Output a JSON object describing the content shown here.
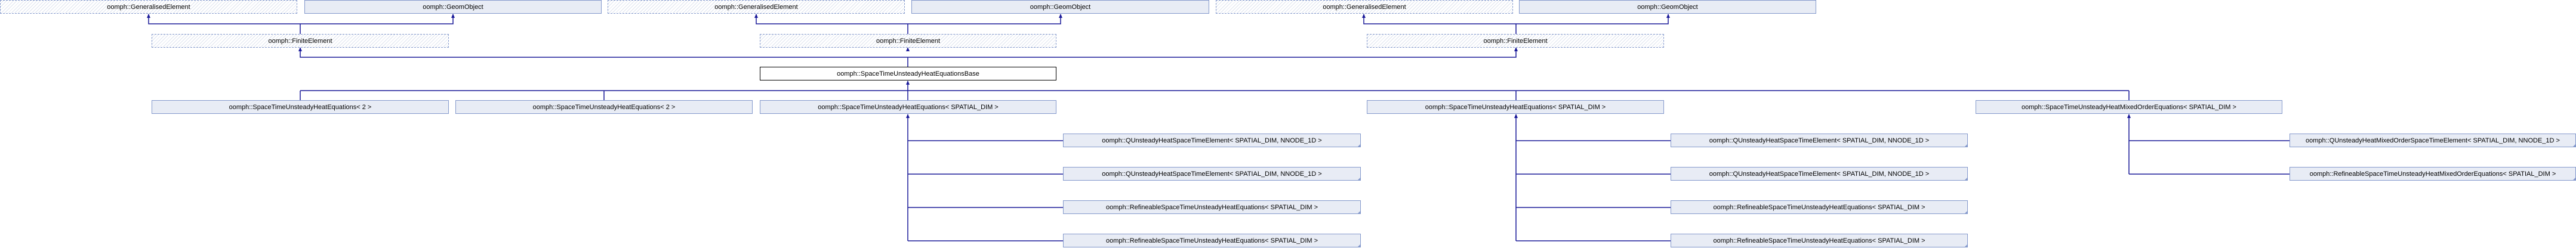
{
  "diagram": {
    "bases": {
      "generalised_element": "oomph::GeneralisedElement",
      "geom_object": "oomph::GeomObject",
      "finite_element": "oomph::FiniteElement"
    },
    "focus_class": "oomph::SpaceTimeUnsteadyHeatEquationsBase",
    "children": [
      "oomph::SpaceTimeUnsteadyHeatEquations< 2 >",
      "oomph::SpaceTimeUnsteadyHeatEquations< 2 >",
      "oomph::SpaceTimeUnsteadyHeatEquations< SPATIAL_DIM >",
      "oomph::SpaceTimeUnsteadyHeatEquations< SPATIAL_DIM >",
      "oomph::SpaceTimeUnsteadyHeatMixedOrderEquations< SPATIAL_DIM >"
    ],
    "grandchildren_a": [
      "oomph::QUnsteadyHeatSpaceTimeElement< SPATIAL_DIM, NNODE_1D >",
      "oomph::QUnsteadyHeatSpaceTimeElement< SPATIAL_DIM, NNODE_1D >",
      "oomph::RefineableSpaceTimeUnsteadyHeatEquations< SPATIAL_DIM >",
      "oomph::RefineableSpaceTimeUnsteadyHeatEquations< SPATIAL_DIM >"
    ],
    "grandchildren_b": [
      "oomph::QUnsteadyHeatSpaceTimeElement< SPATIAL_DIM, NNODE_1D >",
      "oomph::QUnsteadyHeatSpaceTimeElement< SPATIAL_DIM, NNODE_1D >",
      "oomph::RefineableSpaceTimeUnsteadyHeatEquations< SPATIAL_DIM >",
      "oomph::RefineableSpaceTimeUnsteadyHeatEquations< SPATIAL_DIM >"
    ],
    "grandchildren_mixed": [
      "oomph::QUnsteadyHeatMixedOrderSpaceTimeElement< SPATIAL_DIM, NNODE_1D >",
      "oomph::RefineableSpaceTimeUnsteadyHeatMixedOrderEquations< SPATIAL_DIM >"
    ]
  }
}
